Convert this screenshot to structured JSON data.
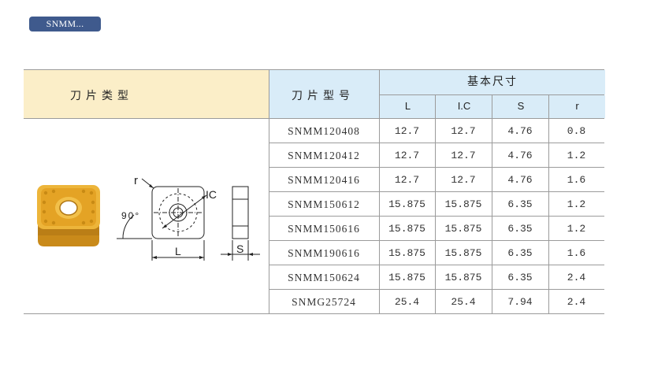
{
  "badge": {
    "label": "SNMM..."
  },
  "header": {
    "insert_type": "刀片类型",
    "insert_model": "刀片型号",
    "basic_dimensions": "基本尺寸",
    "columns": [
      "L",
      "I.C",
      "S",
      "r"
    ]
  },
  "diagram_labels": {
    "r": "r",
    "ic": "IC",
    "angle": "90°",
    "l": "L",
    "s": "S"
  },
  "rows": [
    {
      "model": "SNMM120408",
      "L": "12.7",
      "IC": "12.7",
      "S": "4.76",
      "r": "0.8"
    },
    {
      "model": "SNMM120412",
      "L": "12.7",
      "IC": "12.7",
      "S": "4.76",
      "r": "1.2"
    },
    {
      "model": "SNMM120416",
      "L": "12.7",
      "IC": "12.7",
      "S": "4.76",
      "r": "1.6"
    },
    {
      "model": "SNMM150612",
      "L": "15.875",
      "IC": "15.875",
      "S": "6.35",
      "r": "1.2"
    },
    {
      "model": "SNMM150616",
      "L": "15.875",
      "IC": "15.875",
      "S": "6.35",
      "r": "1.2"
    },
    {
      "model": "SNMM190616",
      "L": "15.875",
      "IC": "15.875",
      "S": "6.35",
      "r": "1.6"
    },
    {
      "model": "SNMM150624",
      "L": "15.875",
      "IC": "15.875",
      "S": "6.35",
      "r": "2.4"
    },
    {
      "model": "SNMG25724",
      "L": "25.4",
      "IC": "25.4",
      "S": "7.94",
      "r": "2.4"
    }
  ],
  "colors": {
    "badge": "#3f5a8d",
    "left_header": "#fbeec8",
    "right_header": "#d9ecf8",
    "insert_gold": "#e8a92a",
    "insert_base": "#c98a1a"
  }
}
